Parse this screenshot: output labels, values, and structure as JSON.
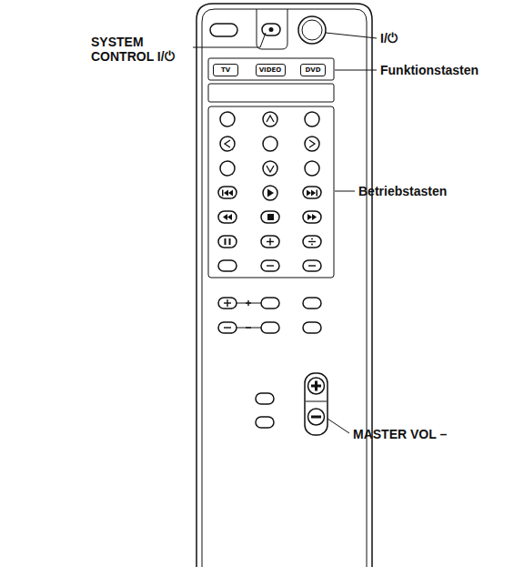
{
  "diagram": {
    "nodes": [
      {
        "text": [
          "TV"
        ]
      },
      {
        "text": [
          "VIDEO"
        ]
      },
      {
        "text": [
          "DVD"
        ]
      }
    ],
    "labels": [
      "SYSTEM CONTROL I/⏻",
      "I/⏻",
      "Funktionstasten",
      "Betriebstasten",
      "MASTER VOL –"
    ]
  }
}
